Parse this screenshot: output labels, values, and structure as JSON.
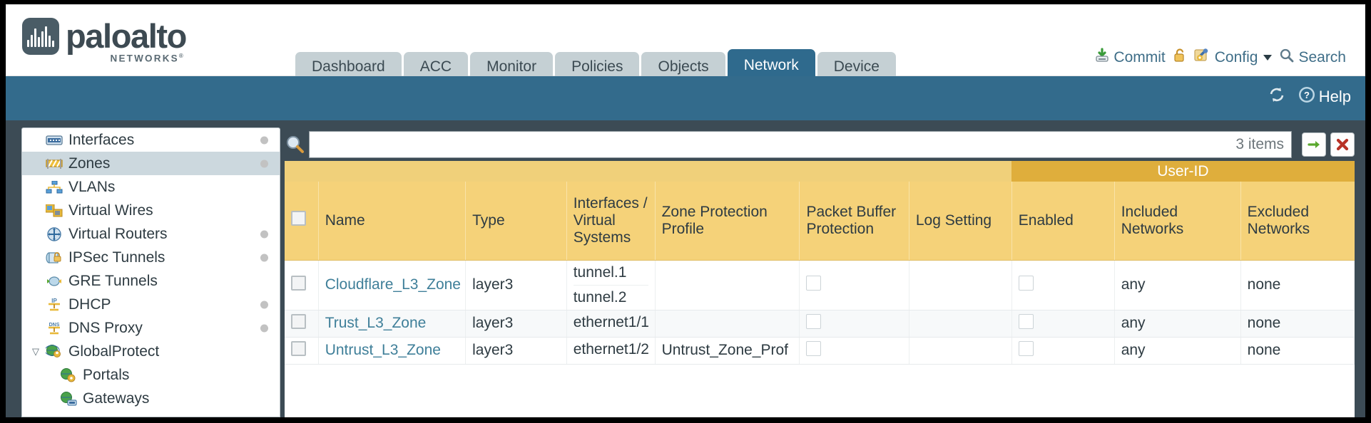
{
  "brand": {
    "name": "paloalto",
    "sub": "NETWORKS",
    "sup": "®"
  },
  "nav": {
    "tabs": [
      {
        "label": "Dashboard",
        "active": false
      },
      {
        "label": "ACC",
        "active": false
      },
      {
        "label": "Monitor",
        "active": false
      },
      {
        "label": "Policies",
        "active": false
      },
      {
        "label": "Objects",
        "active": false
      },
      {
        "label": "Network",
        "active": true
      },
      {
        "label": "Device",
        "active": false
      }
    ]
  },
  "toolbar": {
    "commit_label": "Commit",
    "lock_icon": "padlock-icon",
    "config_label": "Config",
    "search_label": "Search"
  },
  "band": {
    "refresh_icon": "refresh-icon",
    "help_label": "Help"
  },
  "sidebar": {
    "items": [
      {
        "label": "Interfaces",
        "icon": "interfaces-icon",
        "selected": false,
        "dot": true,
        "child": false,
        "expander": ""
      },
      {
        "label": "Zones",
        "icon": "zones-icon",
        "selected": true,
        "dot": true,
        "child": false,
        "expander": ""
      },
      {
        "label": "VLANs",
        "icon": "vlans-icon",
        "selected": false,
        "dot": false,
        "child": false,
        "expander": ""
      },
      {
        "label": "Virtual Wires",
        "icon": "virtual-wires-icon",
        "selected": false,
        "dot": false,
        "child": false,
        "expander": ""
      },
      {
        "label": "Virtual Routers",
        "icon": "virtual-routers-icon",
        "selected": false,
        "dot": true,
        "child": false,
        "expander": ""
      },
      {
        "label": "IPSec Tunnels",
        "icon": "ipsec-tunnels-icon",
        "selected": false,
        "dot": true,
        "child": false,
        "expander": ""
      },
      {
        "label": "GRE Tunnels",
        "icon": "gre-tunnels-icon",
        "selected": false,
        "dot": false,
        "child": false,
        "expander": ""
      },
      {
        "label": "DHCP",
        "icon": "dhcp-icon",
        "selected": false,
        "dot": true,
        "child": false,
        "expander": ""
      },
      {
        "label": "DNS Proxy",
        "icon": "dns-proxy-icon",
        "selected": false,
        "dot": true,
        "child": false,
        "expander": ""
      },
      {
        "label": "GlobalProtect",
        "icon": "globalprotect-icon",
        "selected": false,
        "dot": false,
        "child": false,
        "expander": "▽"
      },
      {
        "label": "Portals",
        "icon": "portals-icon",
        "selected": false,
        "dot": false,
        "child": true,
        "expander": ""
      },
      {
        "label": "Gateways",
        "icon": "gateways-icon",
        "selected": false,
        "dot": false,
        "child": true,
        "expander": ""
      }
    ]
  },
  "search": {
    "value": "",
    "placeholder": "",
    "items_count": "3 items",
    "apply_icon": "green-arrow-icon",
    "clear_icon": "red-x-icon"
  },
  "table": {
    "group_header": "User-ID",
    "columns": [
      "Name",
      "Type",
      "Interfaces / Virtual Systems",
      "Zone Protection Profile",
      "Packet Buffer Protection",
      "Log Setting",
      "Enabled",
      "Included Networks",
      "Excluded Networks"
    ],
    "rows": [
      {
        "name": "Cloudflare_L3_Zone",
        "type": "layer3",
        "interfaces": [
          "tunnel.1",
          "tunnel.2"
        ],
        "zone_protection_profile": "",
        "packet_buffer_protection": false,
        "log_setting": "",
        "userid_enabled": false,
        "included_networks": "any",
        "excluded_networks": "none"
      },
      {
        "name": "Trust_L3_Zone",
        "type": "layer3",
        "interfaces": [
          "ethernet1/1"
        ],
        "zone_protection_profile": "",
        "packet_buffer_protection": false,
        "log_setting": "",
        "userid_enabled": false,
        "included_networks": "any",
        "excluded_networks": "none"
      },
      {
        "name": "Untrust_L3_Zone",
        "type": "layer3",
        "interfaces": [
          "ethernet1/2"
        ],
        "zone_protection_profile": "Untrust_Zone_Prof",
        "packet_buffer_protection": false,
        "log_setting": "",
        "userid_enabled": false,
        "included_networks": "any",
        "excluded_networks": "none"
      }
    ]
  },
  "colors": {
    "tab_active": "#2f6a8d",
    "tab_inactive": "#c5d0d4",
    "band": "#336b8c",
    "header_yellow": "#f5d279",
    "group_yellow": "#dfae3c",
    "link": "#3f7f99",
    "page_bg": "#3c4b55"
  }
}
